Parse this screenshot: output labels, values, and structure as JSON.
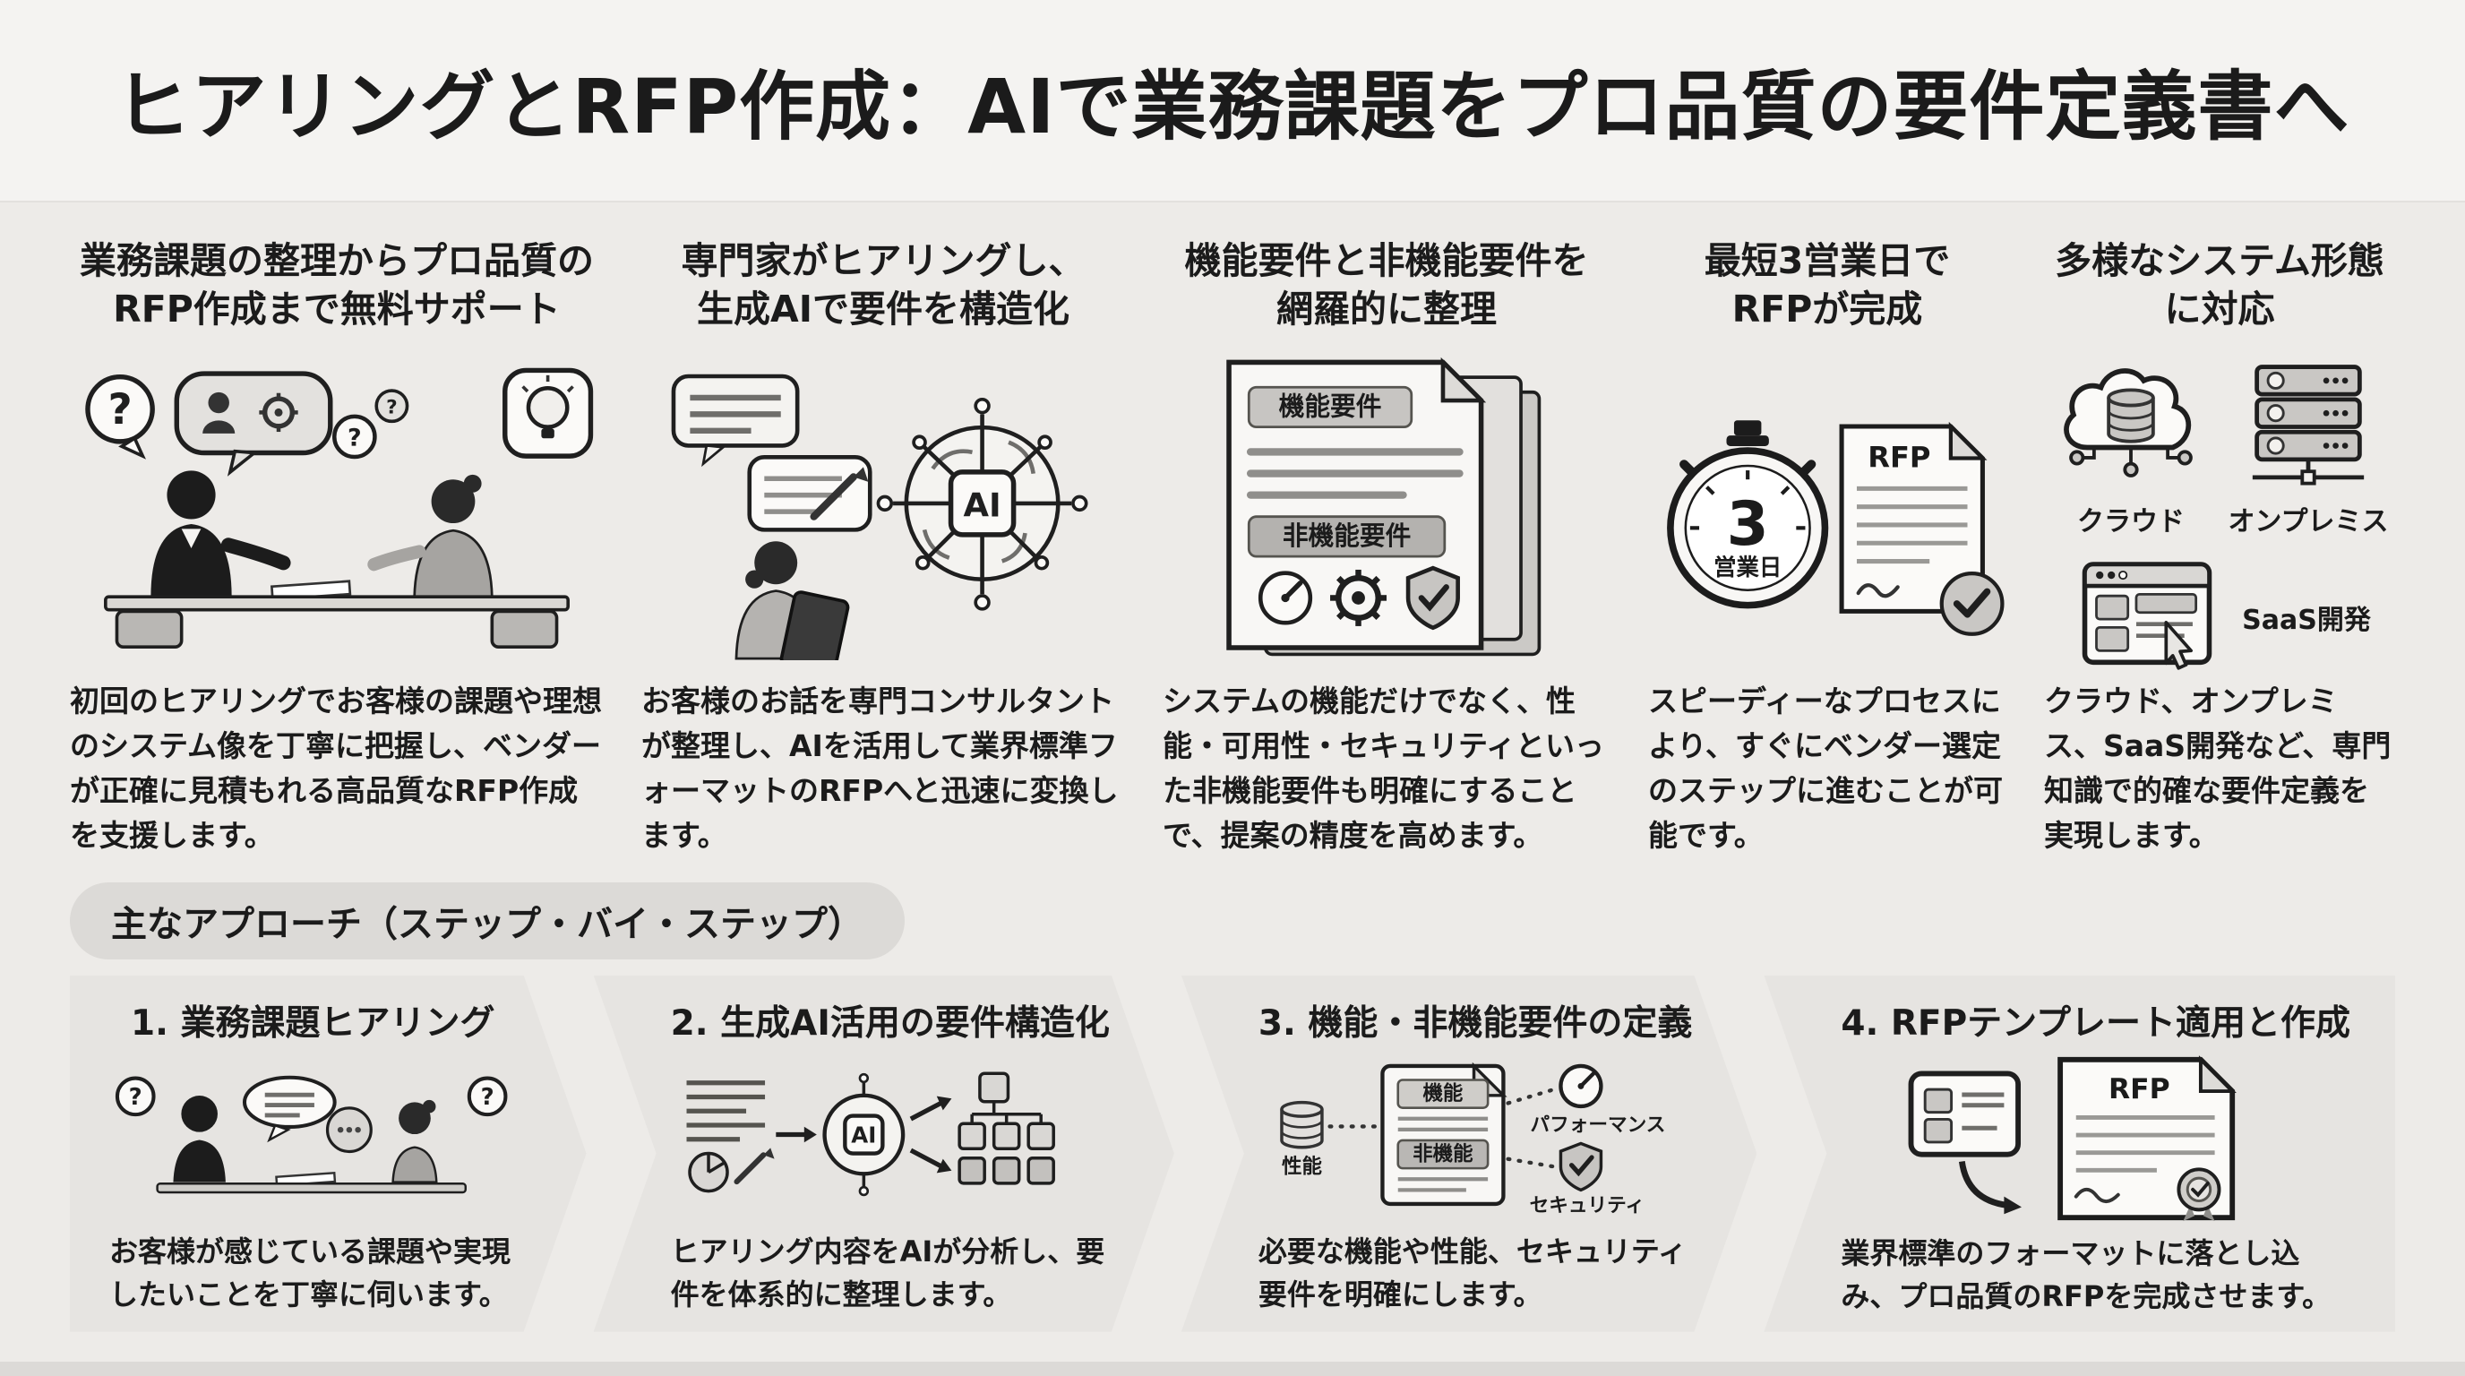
{
  "title": "ヒアリングとRFP作成：AIで業務課題をプロ品質の要件定義書へ",
  "icons": {
    "question_mark": "?"
  },
  "colors": {
    "background": "#edebe8",
    "title_band": "#f4f3f1",
    "panel": "#e6e4e1",
    "pill": "#dcdad7",
    "text": "#1b1b1b",
    "illustration_gray": "#c9c7c4"
  },
  "features": [
    {
      "heading": "業務課題の整理からプロ品質の\nRFP作成まで無料サポート",
      "body": "初回のヒアリングでお客様の課題や理想のシステム像を丁寧に把握し、ベンダーが正確に見積もれる高品質なRFP作成を支援します。"
    },
    {
      "heading": "専門家がヒアリングし、\n生成AIで要件を構造化",
      "body": "お客様のお話を専門コンサルタントが整理し、AIを活用して業界標準フォーマットのRFPへと迅速に変換します。",
      "ai_label": "AI"
    },
    {
      "heading": "機能要件と非機能要件を\n網羅的に整理",
      "body": "システムの機能だけでなく、性能・可用性・セキュリティといった非機能要件も明確にすることで、提案の精度を高めます。",
      "label_functional": "機能要件",
      "label_nonfunctional": "非機能要件"
    },
    {
      "heading": "最短3営業日で\nRFPが完成",
      "body": "スピーディーなプロセスにより、すぐにベンダー選定のステップに進むことが可能です。",
      "stopwatch_number": "3",
      "stopwatch_unit": "営業日",
      "doc_label": "RFP"
    },
    {
      "heading": "多様なシステム形態\nに対応",
      "body": "クラウド、オンプレミス、SaaS開発など、専門知識で的確な要件定義を実現します。",
      "label_cloud": "クラウド",
      "label_onprem": "オンプレミス",
      "label_saas": "SaaS開発"
    }
  ],
  "approach": {
    "header": "主なアプローチ（ステップ・バイ・ステップ）",
    "steps": [
      {
        "title": "1. 業務課題ヒアリング",
        "desc": "お客様が感じている課題や実現したいことを丁寧に伺います。"
      },
      {
        "title": "2. 生成AI活用の要件構造化",
        "desc": "ヒアリング内容をAIが分析し、要件を体系的に整理します。",
        "ai_label": "AI"
      },
      {
        "title": "3. 機能・非機能要件の定義",
        "desc": "必要な機能や性能、セキュリティ要件を明確にします。",
        "label_functional": "機能",
        "label_nonfunctional": "非機能",
        "label_db": "性能",
        "label_performance": "パフォーマンス",
        "label_security": "セキュリティ"
      },
      {
        "title": "4. RFPテンプレート適用と作成",
        "desc": "業界標準のフォーマットに落とし込み、プロ品質のRFPを完成させます。",
        "doc_label": "RFP"
      }
    ]
  }
}
